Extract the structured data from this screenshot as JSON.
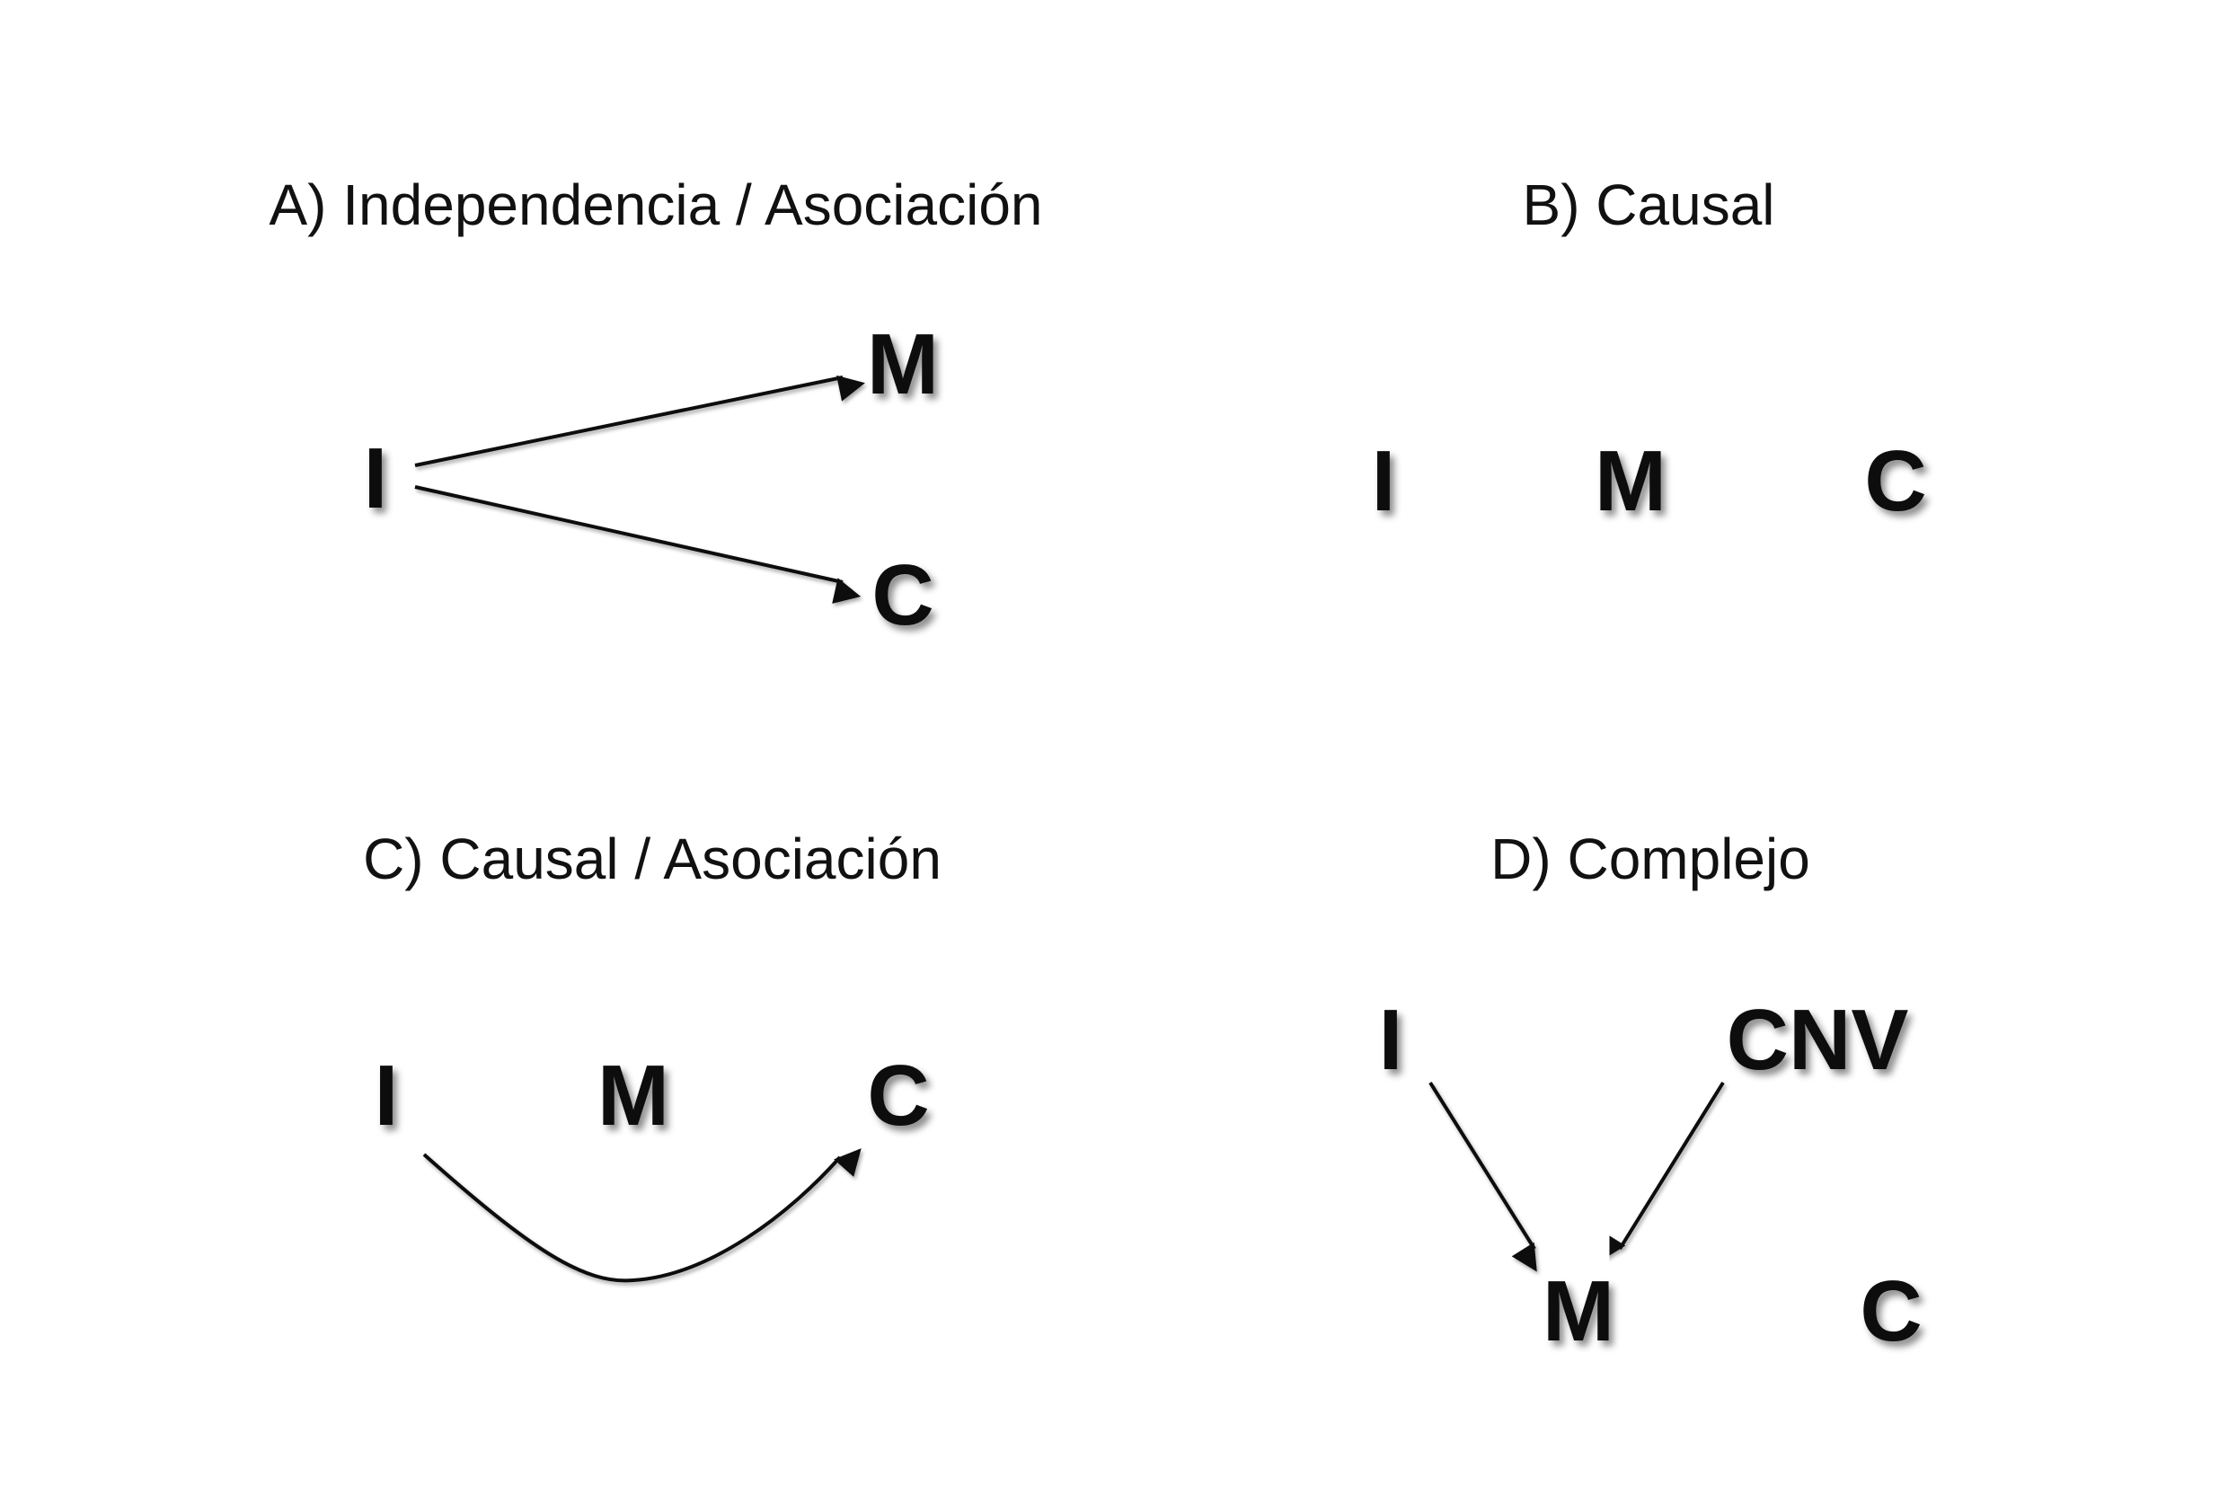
{
  "diagrams": {
    "a": {
      "title": "A) Independencia / Asociación",
      "nodes": {
        "i": "I",
        "m": "M",
        "c": "C"
      }
    },
    "b": {
      "title": "B) Causal",
      "nodes": {
        "i": "I",
        "m": "M",
        "c": "C"
      }
    },
    "c": {
      "title": "C) Causal / Asociación",
      "nodes": {
        "i": "I",
        "m": "M",
        "c": "C"
      }
    },
    "d": {
      "title": "D) Complejo",
      "nodes": {
        "i": "I",
        "cnv": "CNV",
        "m": "M",
        "c": "C"
      }
    }
  },
  "colors": {
    "ink": "#0a0a0a",
    "background": "#ffffff"
  }
}
